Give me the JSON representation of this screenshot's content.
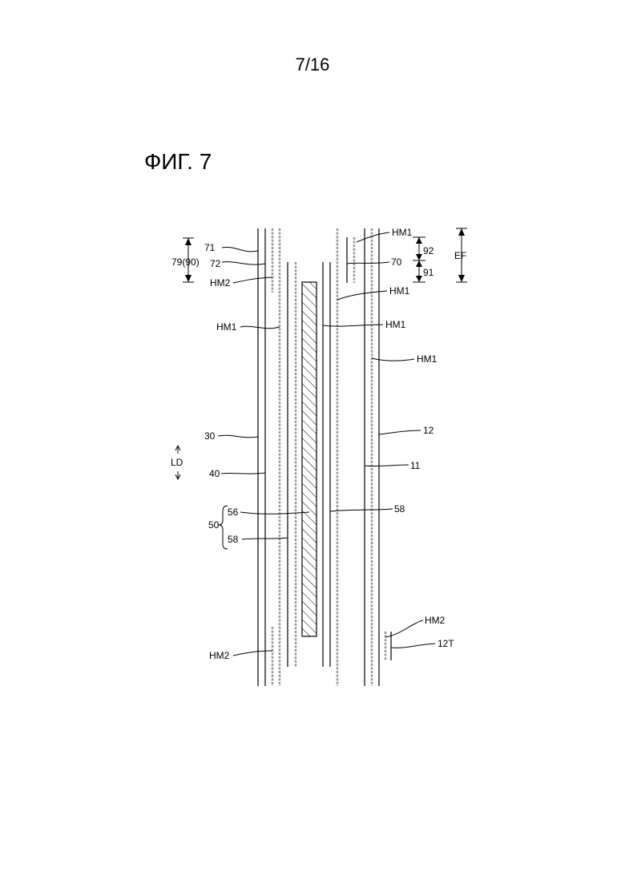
{
  "page": {
    "number": "7/16"
  },
  "figure": {
    "title": "ФИГ. 7"
  },
  "labels": {
    "l71": "71",
    "l72": "72",
    "l79": "79(90)",
    "hm2_top": "HM2",
    "hm1_left": "HM1",
    "l30": "30",
    "ld": "LD",
    "l40": "40",
    "l50": "50",
    "l56": "56",
    "l58_left": "58",
    "hm2_bottom_left": "HM2",
    "hm1_top_right": "HM1",
    "l92": "92",
    "l70": "70",
    "l91": "91",
    "ef": "EF",
    "hm1_mid_right": "HM1",
    "hm1_inner": "HM1",
    "hm1_far_right": "HM1",
    "l12": "12",
    "l11": "11",
    "l58_right": "58",
    "hm2_bottom_right": "HM2",
    "l12t": "12T"
  }
}
